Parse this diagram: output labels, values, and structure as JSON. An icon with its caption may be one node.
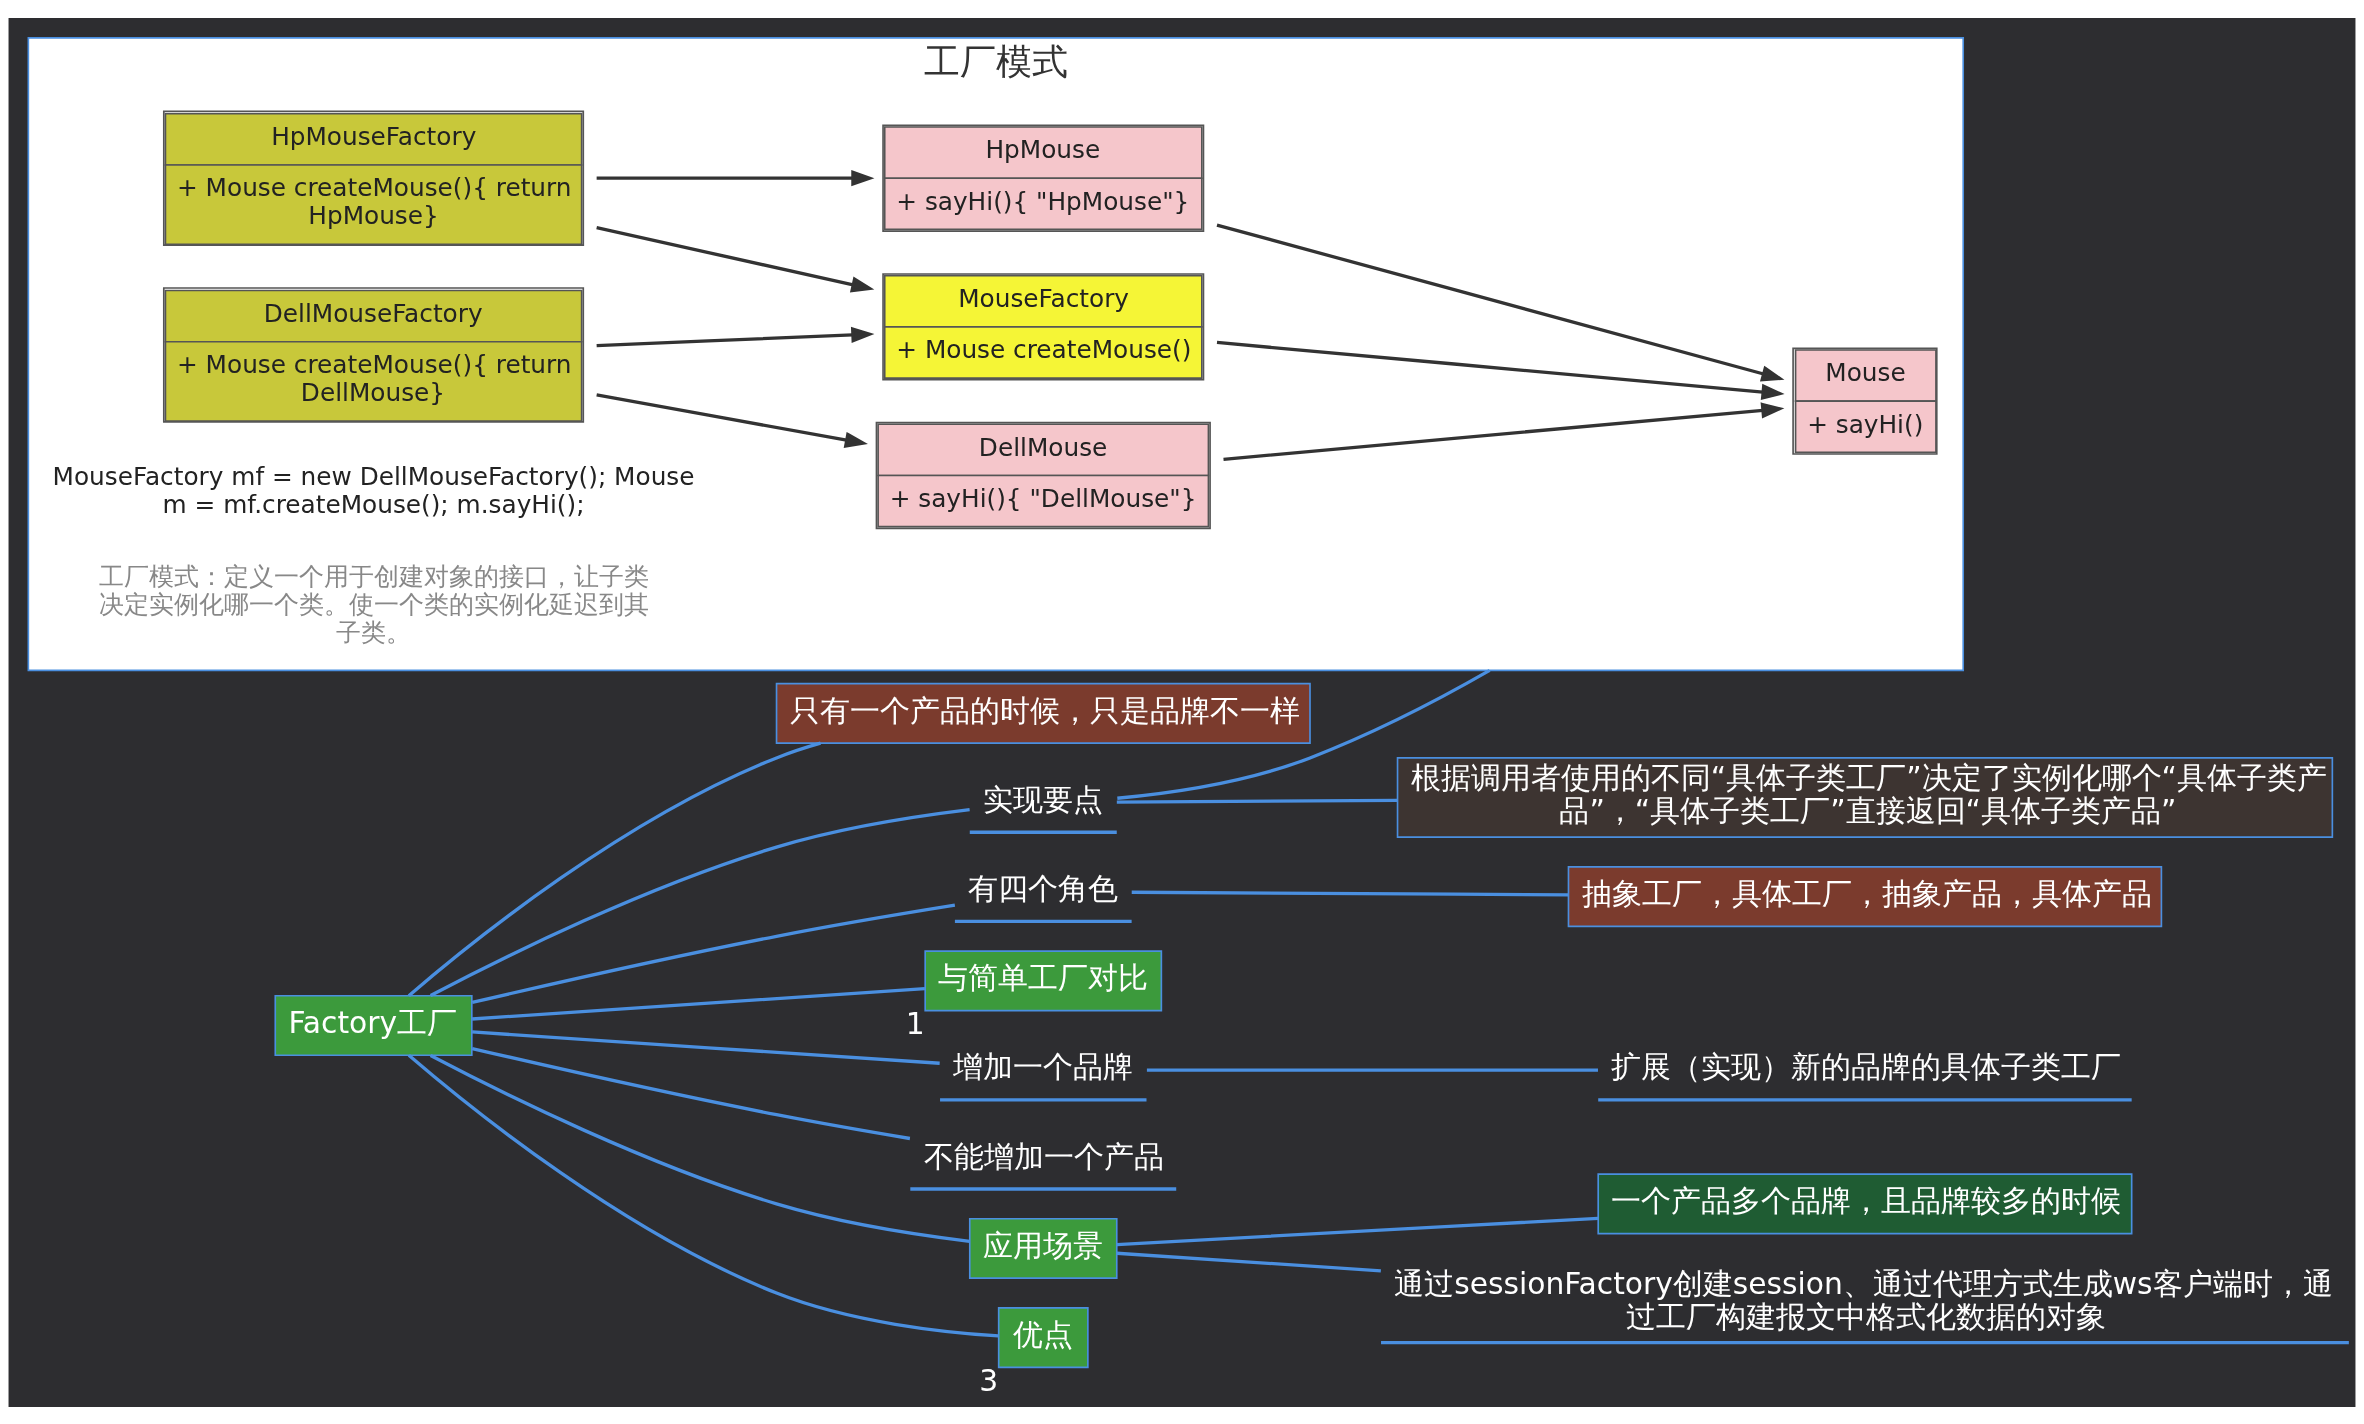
{
  "diagram": {
    "nodes": [
      {
        "text": [
          "Factory工厂"
        ]
      },
      {
        "text": [
          "只有一个产品的时候，只是品牌不一样"
        ]
      },
      {
        "text": [
          "有四个角色"
        ]
      },
      {
        "text": [
          "抽象工厂，具体工厂，抽象产品，具体产品"
        ]
      },
      {
        "text": [
          "实现要点"
        ]
      },
      {
        "text": [
          "根据调用者使用的不同“具体子类工厂”决定了实例化哪个“具体子类产品”，“具体子类工厂”直接返回“具体子类产品”"
        ]
      },
      {
        "text": [
          "工厂模式"
        ]
      },
      {
        "text": [
          "Mouse",
          "+ sayHi()"
        ],
        "in": 6
      },
      {
        "text": [
          "MouseFactory",
          "+ Mouse createMouse()"
        ],
        "in": 6
      },
      {
        "text": [
          "DellMouse",
          "+ sayHi(){ \"DellMouse\"}"
        ],
        "in": 6
      },
      {
        "text": [
          "HpMouse",
          "+ sayHi(){ \"HpMouse\"}"
        ],
        "in": 6
      },
      {
        "text": [
          "HpMouseFactory",
          "+ Mouse createMouse(){ return HpMouse}"
        ],
        "in": 6
      },
      {
        "text": [
          "DellMouseFactory",
          "+ Mouse createMouse(){ return DellMouse}"
        ],
        "in": 6
      },
      {
        "text": [
          "增加一个品牌"
        ]
      },
      {
        "text": [
          "扩展（实现）新的品牌的具体子类工厂"
        ]
      },
      {
        "text": [
          "不能增加一个产品"
        ]
      },
      {
        "text": [
          "应用场景"
        ]
      },
      {
        "text": [
          "一个产品多个品牌，且品牌较多的时候"
        ]
      },
      {
        "text": [
          "通过sessionFactory创建session、通过代理方式生成ws客户端时，通过工厂构建报文中格式化数据的对象"
        ]
      },
      {
        "text": [
          "优点"
        ],
        "beside": [
          "3"
        ]
      },
      {
        "text": [
          "与简单工厂对比"
        ],
        "beside": [
          "1"
        ]
      }
    ],
    "edges": [
      {
        "from": 0,
        "to": 1,
        "arrow": "none"
      },
      {
        "from": 0,
        "to": 2,
        "arrow": "none"
      },
      {
        "from": 2,
        "to": 3,
        "arrow": "none"
      },
      {
        "from": 0,
        "to": 4,
        "arrow": "none"
      },
      {
        "from": 4,
        "to": 5,
        "arrow": "none"
      },
      {
        "from": 4,
        "to": 6,
        "arrow": "none"
      },
      {
        "from": 8,
        "to": 7,
        "arrow": "to",
        "color": "#333333"
      },
      {
        "from": 9,
        "to": 7,
        "arrow": "to",
        "color": "#333333"
      },
      {
        "from": 10,
        "to": 7,
        "arrow": "to",
        "color": "#333333"
      },
      {
        "from": 11,
        "to": 8,
        "arrow": "to",
        "color": "#333333"
      },
      {
        "from": 12,
        "to": 8,
        "arrow": "to",
        "color": "#333333"
      },
      {
        "from": 11,
        "to": 10,
        "arrow": "to",
        "color": "#333333"
      },
      {
        "from": 12,
        "to": 9,
        "arrow": "to",
        "color": "#333333"
      },
      {
        "from": 0,
        "to": 13,
        "arrow": "none"
      },
      {
        "from": 13,
        "to": 14,
        "arrow": "none"
      },
      {
        "from": 0,
        "to": 15,
        "arrow": "none"
      },
      {
        "from": 0,
        "to": 16,
        "arrow": "none"
      },
      {
        "from": 16,
        "to": 17,
        "arrow": "none"
      },
      {
        "from": 16,
        "to": 18,
        "arrow": "none"
      },
      {
        "from": 0,
        "to": 19,
        "arrow": "none"
      },
      {
        "from": 0,
        "to": 20,
        "arrow": "none"
      }
    ],
    "labels": [
      "MouseFactory mf = new DellMouseFactory(); Mouse m = mf.createMouse(); m.sayHi();",
      "工厂模式：定义一个用于创建对象的接口，让子类决定实例化哪一个类。使一个类的实例化延迟到其子类。"
    ]
  }
}
